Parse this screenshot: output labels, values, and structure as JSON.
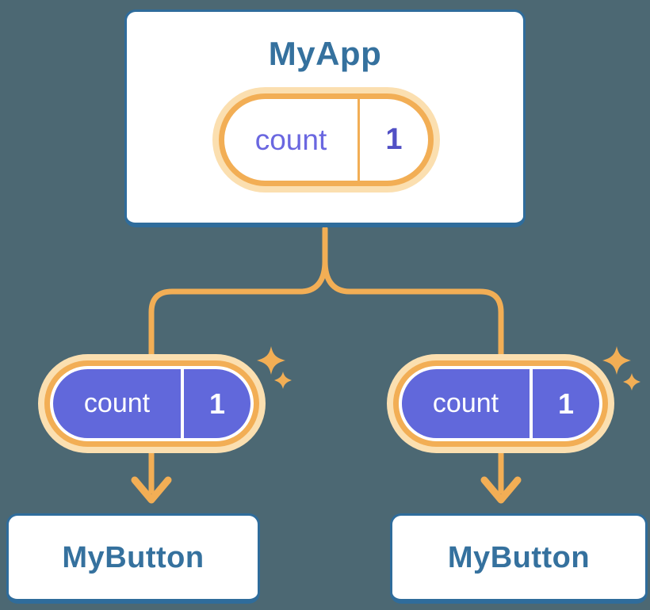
{
  "diagram": {
    "description": "React component tree sharing state",
    "colors": {
      "background": "#4C6873",
      "card_fill": "#FFFFFF",
      "card_border_blue": "#2F6C9B",
      "title_text_blue": "#35719E",
      "connector_orange": "#F2AE55",
      "pill_glow_orange": "#FBDFB0",
      "pill_purple_fill": "#6168DB",
      "root_key_text_purple": "#6A67E0",
      "root_value_text_purple": "#5150C5",
      "child_pill_text": "#FFFFFF"
    },
    "root": {
      "title": "MyApp",
      "state": {
        "key": "count",
        "value": "1"
      }
    },
    "children": [
      {
        "title": "MyButton",
        "state": {
          "key": "count",
          "value": "1"
        }
      },
      {
        "title": "MyButton",
        "state": {
          "key": "count",
          "value": "1"
        }
      }
    ],
    "icons": {
      "sparkle": "four-point-star"
    }
  }
}
